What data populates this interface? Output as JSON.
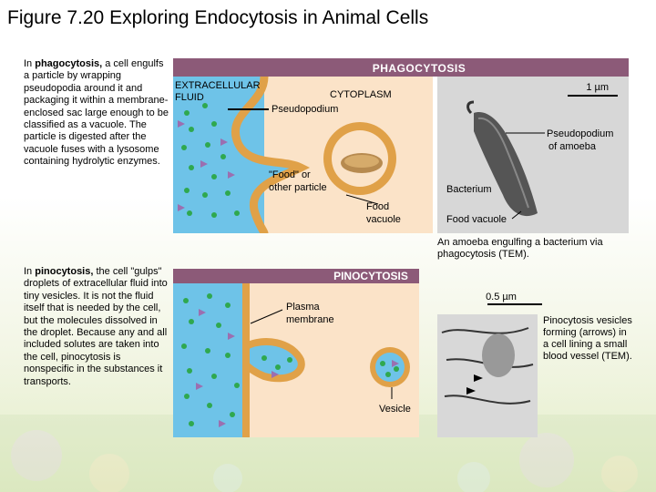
{
  "title": "Figure 7.20 Exploring Endocytosis in Animal Cells",
  "phago": {
    "para_term": "phagocytosis,",
    "para_pre": "In ",
    "para_post": " a cell engulfs a particle by wrapping pseudopodia around it and packaging it within a membrane-enclosed sac large enough to be classified as a vacuole. The particle is digested after the vacuole fuses with a lysosome containing hydrolytic enzymes.",
    "header": "PHAGOCYTOSIS",
    "extracellular_1": "EXTRACELLULAR",
    "extracellular_2": "FLUID",
    "cytoplasm": "CYTOPLASM",
    "pseudopodium": "Pseudopodium",
    "food_1": "\"Food\" or",
    "food_2": "other particle",
    "food_vacuole_1": "Food",
    "food_vacuole_2": "vacuole",
    "scale": "1 µm",
    "micro_pseudopodium_1": "Pseudopodium",
    "micro_pseudopodium_2": "of amoeba",
    "bacterium": "Bacterium",
    "micro_food_vacuole": "Food vacuole",
    "caption_1": "An amoeba engulfing a bacterium via",
    "caption_2": "phagocytosis (TEM)."
  },
  "pino": {
    "para_pre": "In ",
    "para_term": "pinocytosis,",
    "para_post": " the cell \"gulps\" droplets of extracellular fluid into tiny vesicles. It is not the fluid itself that is needed by the cell, but the molecules dissolved in the droplet. Because any and all included solutes are taken into the cell, pinocytosis is nonspecific in the substances it transports.",
    "header": "PINOCYTOSIS",
    "plasma_1": "Plasma",
    "plasma_2": "membrane",
    "vesicle": "Vesicle",
    "scale": "0.5 µm",
    "caption_1": "Pinocytosis vesicles",
    "caption_2": "forming (arrows) in",
    "caption_3": "a cell lining a small",
    "caption_4": "blood vessel (TEM)."
  },
  "colors": {
    "header_bar": "#8c5a78",
    "cytoplasm": "#fbe3c8",
    "fluid": "#6ec3e8",
    "membrane": "#e0a148",
    "green_dot": "#2fa84f",
    "purple_mark": "#9b6fb0"
  }
}
